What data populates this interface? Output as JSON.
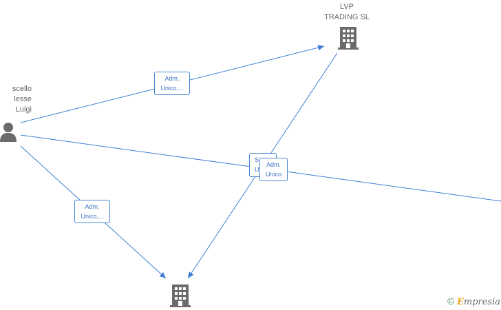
{
  "nodes": {
    "person": {
      "lines": [
        "scello",
        "lesse",
        "Luigi"
      ]
    },
    "company_top": {
      "lines": [
        "LVP",
        "TRADING  SL"
      ]
    },
    "company_bottom": {
      "lines": []
    }
  },
  "edge_labels": {
    "e1": [
      "Adm.",
      "Unico,..."
    ],
    "e2": [
      "Adm.",
      "Unico,..."
    ],
    "e3": [
      "S",
      "U"
    ],
    "e4": [
      "Adm.",
      "Unico"
    ]
  },
  "brand": {
    "copyright": "©",
    "initial": "E",
    "rest": "mpresia"
  },
  "colors": {
    "edge": "#3d7fd6",
    "icon": "#6b6b6b",
    "label_border": "#4a86d1"
  }
}
